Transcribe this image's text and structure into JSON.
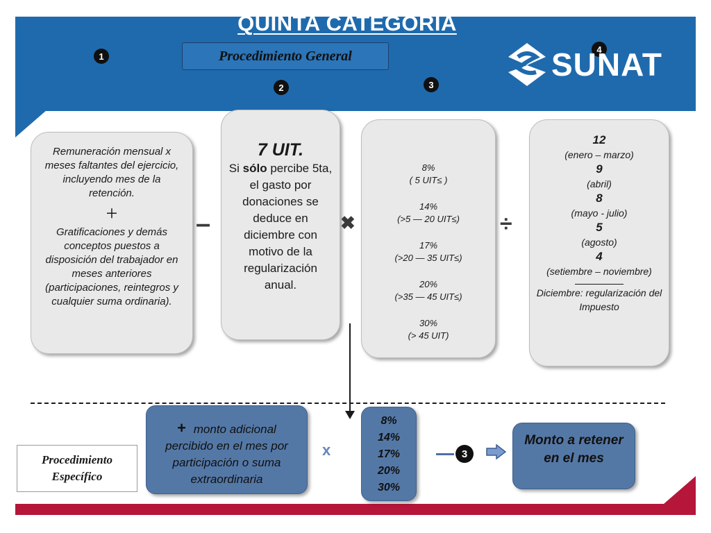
{
  "header": {
    "title": "QUINTA CATEGORIA",
    "subtitle": "Procedimiento General",
    "logo_text": "SUNAT",
    "colors": {
      "band": "#1f6aad",
      "accent": "#b5163a",
      "card_blue": "#5478a6",
      "card_grey": "#e9e9e9"
    }
  },
  "markers": {
    "m1": "1",
    "m2": "2",
    "m3": "3",
    "m4": "4",
    "m3_bottom": "3"
  },
  "operators": {
    "minus": "–",
    "times": "✖",
    "divide": "÷",
    "times_small": "x",
    "plus": "+"
  },
  "card1": {
    "text_a": "Remuneración mensual x meses faltantes del ejercicio, incluyendo mes de la  retención.",
    "plus": "+",
    "text_b": "Gratificaciones y demás conceptos puestos a disposición del trabajador en meses anteriores (participaciones, reintegros  y cualquier suma ordinaria)."
  },
  "card2": {
    "big": "7 UIT.",
    "line_a": "Si",
    "bold": "sólo",
    "line_b": "percibe 5ta, el gasto por donaciones se deduce en diciembre con motivo de la regularización anual."
  },
  "card3": {
    "rates": [
      {
        "pct": "8%",
        "range": "( 5 UIT≤ )"
      },
      {
        "pct": "14%",
        "range": "(>5 — 20 UIT≤)"
      },
      {
        "pct": "17%",
        "range": "(>20 — 35 UIT≤)"
      },
      {
        "pct": "20%",
        "range": "(>35 — 45 UIT≤)"
      },
      {
        "pct": "30%",
        "range": "(> 45 UIT)"
      }
    ]
  },
  "card4": {
    "items": [
      {
        "num": "12",
        "label": "(enero – marzo)"
      },
      {
        "num": "9",
        "label": "(abril)"
      },
      {
        "num": "8",
        "label": "(mayo - julio)"
      },
      {
        "num": "5",
        "label": "(agosto)"
      },
      {
        "num": "4",
        "label": "(setiembre – noviembre)"
      }
    ],
    "december": "Diciembre: regularización del Impuesto"
  },
  "specific": {
    "label": "Procedimiento Específico"
  },
  "card5": {
    "plus": "+",
    "text": "monto adicional percibido en el mes por participación o suma extraordinaria"
  },
  "card6": {
    "rates": [
      "8%",
      "14%",
      "17%",
      "20%",
      "30%"
    ]
  },
  "card7": {
    "text": "Monto a retener en el mes"
  }
}
